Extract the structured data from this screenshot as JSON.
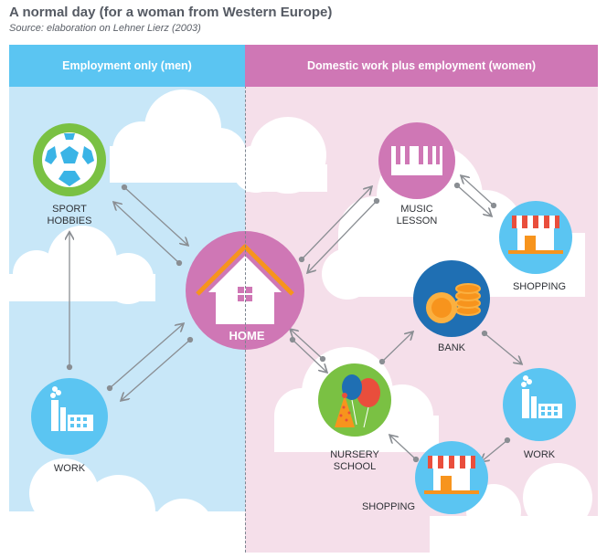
{
  "header": {
    "title": "A normal day (for a woman from Western Europe)",
    "source": "Source: elaboration on Lehner Lierz (2003)"
  },
  "panels": {
    "left_title": "Employment only (men)",
    "right_title": "Domestic work plus employment (women)"
  },
  "nodes": {
    "home": "HOME",
    "sport_line1": "SPORT",
    "sport_line2": "HOBBIES",
    "work_left": "WORK",
    "music_line1": "MUSIC",
    "music_line2": "LESSON",
    "shopping_top": "SHOPPING",
    "bank": "BANK",
    "work_right": "WORK",
    "nursery_line1": "NURSERY",
    "nursery_line2": "SCHOOL",
    "shopping_bottom": "SHOPPING"
  },
  "colors": {
    "left_band": "#5bc5f2",
    "right_band": "#cf77b5",
    "left_bg": "#c8e7f8",
    "right_bg": "#f5dfea",
    "home_circle": "#cf77b5",
    "sport_circle": "#7ac143",
    "work_circle": "#5bc5f2",
    "music_circle": "#cf77b5",
    "shopping_circle": "#5bc5f2",
    "bank_circle": "#1f6fb3",
    "nursery_circle": "#7ac143",
    "arrow": "#8a8e93"
  },
  "icons": [
    "house-icon",
    "soccer-ball-icon",
    "factory-icon",
    "piano-keys-icon",
    "shop-icon",
    "coins-icon",
    "party-hat-balloons-icon"
  ]
}
